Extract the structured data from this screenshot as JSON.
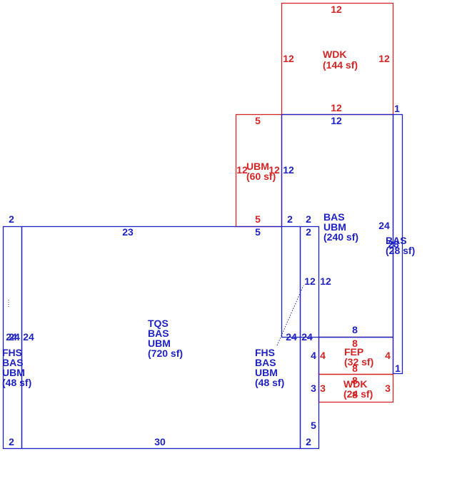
{
  "colors": {
    "blue": "#1f22c2",
    "red": "#d42424",
    "background": "#ffffff"
  },
  "areas": {
    "wdk_top": {
      "code": "WDK",
      "area": "(144 sf)"
    },
    "ubm_60": {
      "code": "UBM",
      "area": "(60 sf)"
    },
    "bas_240": {
      "line1": "BAS",
      "line2": "UBM",
      "area": "(240 sf)"
    },
    "bas_28": {
      "code": "BAS",
      "area": "(28 sf)"
    },
    "tqs": {
      "line1": "TQS",
      "line2": "BAS",
      "line3": "UBM",
      "area": "(720 sf)"
    },
    "fhs_left": {
      "line1": "FHS",
      "line2": "BAS",
      "line3": "UBM",
      "area": "(48 sf)"
    },
    "fhs_right": {
      "line1": "FHS",
      "line2": "BAS",
      "line3": "UBM",
      "area": "(48 sf)"
    },
    "fep": {
      "code": "FEP",
      "area": "(32 sf)"
    },
    "wdk_bottom": {
      "code": "WDK",
      "area": "(24 sf)"
    }
  },
  "dimensions": {
    "wdk_top": {
      "top": "12",
      "left": "12",
      "right": "12",
      "bottom": "12"
    },
    "ubm_60": {
      "top": "5",
      "left": "12",
      "right": "12",
      "bottom": "5"
    },
    "bas_240": {
      "top": "12",
      "left": "12",
      "right": "24",
      "bottom": "8",
      "corner_a": "2",
      "corner_b": "2"
    },
    "bas_28": {
      "top": "1",
      "side": "28",
      "bottom": "1"
    },
    "tqs": {
      "top_a": "23",
      "top_b": "5",
      "left": "24",
      "right": "24",
      "bottom": "30"
    },
    "fhs_left": {
      "top": "2",
      "side_a": "24",
      "side_b": "24",
      "bottom": "2"
    },
    "fhs_right": {
      "top": "2",
      "side": "24",
      "right_a": "4",
      "right_b": "3",
      "right_c": "5",
      "bottom": "2"
    },
    "fep": {
      "top": "8",
      "left": "4",
      "right": "4",
      "bottom": "8"
    },
    "wdk_bottom": {
      "top": "8",
      "left": "3",
      "right": "3",
      "bottom": "8"
    }
  }
}
